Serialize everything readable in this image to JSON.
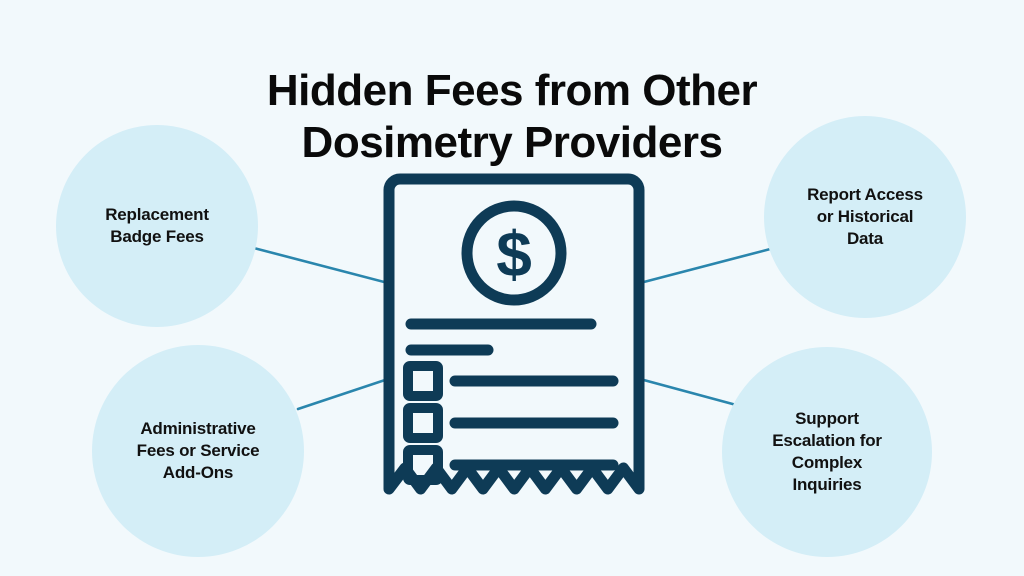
{
  "page": {
    "title": "Hidden Fees from Other\nDosimetry Providers",
    "background_color": "#f2f9fc"
  },
  "colors": {
    "background": "#f2f9fc",
    "bubble_fill": "#d4eef7",
    "icon_stroke": "#0e3b56",
    "connector_line": "#2a86ad",
    "title_text": "#0a0a0a",
    "bubble_text": "#111111"
  },
  "center_icon": {
    "name": "receipt-with-dollar-icon",
    "description": "Receipt document with dollar coin, text lines and three checkboxes"
  },
  "bubbles": [
    {
      "id": "replacement-badge-fees",
      "label": "Replacement\nBadge Fees",
      "position": "top-left"
    },
    {
      "id": "administrative-fees",
      "label": "Administrative\nFees or Service\nAdd-Ons",
      "position": "bottom-left"
    },
    {
      "id": "report-access",
      "label": "Report Access\nor Historical\nData",
      "position": "top-right"
    },
    {
      "id": "support-escalation",
      "label": "Support\nEscalation for\nComplex\nInquiries",
      "position": "bottom-right"
    }
  ],
  "connectors": [
    {
      "id": "connector-top-left",
      "from": "replacement-badge-fees",
      "to": "center-receipt"
    },
    {
      "id": "connector-bottom-left",
      "from": "administrative-fees",
      "to": "center-receipt"
    },
    {
      "id": "connector-top-right",
      "from": "center-receipt",
      "to": "report-access"
    },
    {
      "id": "connector-bottom-right",
      "from": "center-receipt",
      "to": "support-escalation"
    }
  ]
}
